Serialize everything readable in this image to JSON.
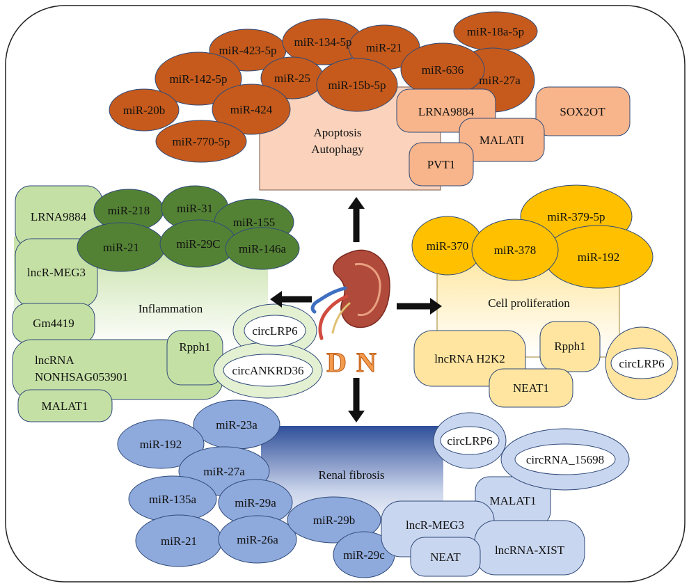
{
  "center": {
    "label": "DN"
  },
  "apoptosis": {
    "title_line1": "Apoptosis",
    "title_line2": "Autophagy",
    "mirnas": [
      "miR-18a-5p",
      "miR-423-5p",
      "miR-134-5p",
      "miR-21",
      "miR-142-5p",
      "miR-25",
      "miR-15b-5p",
      "miR-636",
      "miR-27a",
      "miR-20b",
      "miR-424",
      "miR-770-5p"
    ],
    "lncrnas": [
      "LRNA9884",
      "SOX2OT",
      "MALATI",
      "PVT1"
    ]
  },
  "inflammation": {
    "title": "Inflammation",
    "mirnas": [
      "miR-218",
      "miR-31",
      "miR-155",
      "miR-21",
      "miR-29C",
      "miR-146a"
    ],
    "lncrnas": [
      "LRNA9884",
      "lncR-MEG3",
      "Gm4419",
      "lncRNA NONHSAG053901",
      "Rpph1",
      "MALAT1"
    ],
    "circrnas": [
      "circLRP6",
      "circANKRD36"
    ]
  },
  "proliferation": {
    "title": "Cell proliferation",
    "mirnas": [
      "miR-379-5p",
      "miR-370",
      "miR-378",
      "miR-192"
    ],
    "lncrnas": [
      "lncRNA H2K2",
      "Rpph1",
      "NEAT1"
    ],
    "circrnas": [
      "circLRP6"
    ]
  },
  "fibrosis": {
    "title": "Renal fibrosis",
    "mirnas": [
      "miR-23a",
      "miR-192",
      "miR-27a",
      "miR-135a",
      "miR-29a",
      "miR-21",
      "miR-26a",
      "miR-29b",
      "miR-29c"
    ],
    "lncrnas": [
      "MALAT1",
      "lncR-MEG3",
      "NEAT",
      "lncRNA-XIST"
    ],
    "circrnas": [
      "circLRP6",
      "circRNA_15698"
    ]
  },
  "colors": {
    "apoptosis_mirna": "#C55A1C",
    "apoptosis_lnc": "#F8B48A",
    "apoptosis_panel": "#FAD2BC",
    "inflam_mirna": "#548235",
    "inflam_lnc": "#C5E0A5",
    "prolif_mirna": "#FFC000",
    "prolif_lnc": "#FFE5A0",
    "fibro_mirna": "#8EA9DB",
    "fibro_lnc": "#C9D6EF",
    "fibro_panel_top": "#2F5597"
  }
}
